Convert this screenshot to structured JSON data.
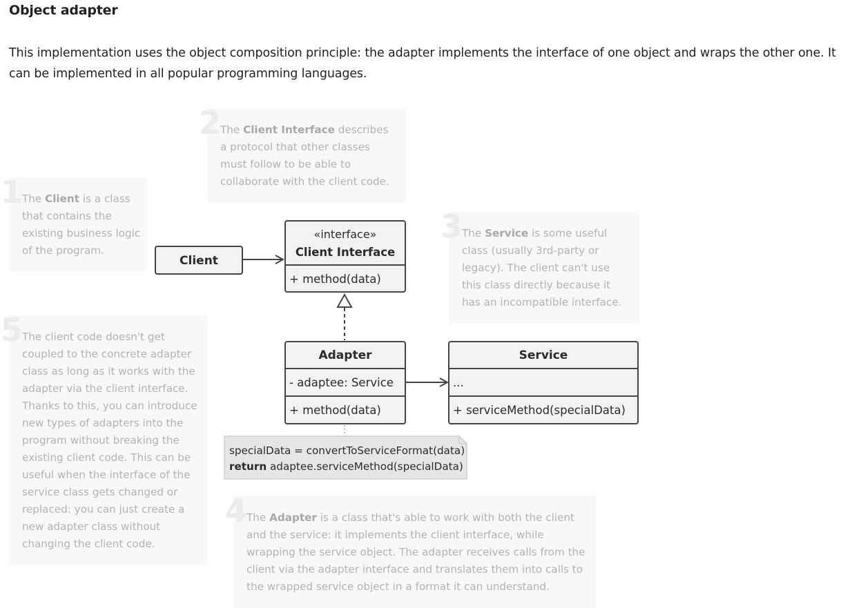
{
  "section": {
    "title": "Object adapter",
    "intro": "This implementation uses the object composition principle: the adapter implements the interface of one object and wraps the other one. It can be implemented in all popular programming languages."
  },
  "notes": [
    {
      "num": "1",
      "pre": "The ",
      "bold": "Client",
      "post": " is a class that contains the existing business logic of the program."
    },
    {
      "num": "2",
      "pre": "The ",
      "bold": "Client Interface",
      "post": " describes a protocol that other classes must follow to be able to collaborate with the client code."
    },
    {
      "num": "3",
      "pre": "The ",
      "bold": "Service",
      "post": " is some useful class (usually 3rd-party or legacy). The client can't use this class directly because it has an incompatible interface."
    },
    {
      "num": "4",
      "pre": "The ",
      "bold": "Adapter",
      "post": " is a class that's able to work with both the client and the service: it implements the client interface, while wrapping the service object. The adapter receives calls from the client via the adapter interface and translates them into calls to the wrapped service object in a format it can understand."
    },
    {
      "num": "5",
      "pre": "",
      "bold": "",
      "post": "The client code doesn't get coupled to the concrete adapter class as long as it works with the adapter via the client interface. Thanks to this, you can introduce new types of adapters into the program without breaking the existing client code. This can be useful when the interface of the service class gets changed or replaced: you can just create a new adapter class without changing the client code."
    }
  ],
  "diagram": {
    "client": {
      "name": "Client"
    },
    "client_interface": {
      "stereotype": "«interface»",
      "name": "Client Interface",
      "method": "+ method(data)"
    },
    "adapter": {
      "name": "Adapter",
      "field": "- adaptee: Service",
      "method": "+ method(data)"
    },
    "service": {
      "name": "Service",
      "field": "...",
      "method": "+ serviceMethod(specialData)"
    },
    "code_note": {
      "line1": "specialData = convertToServiceFormat(data)",
      "line2_keyword": "return",
      "line2_rest": " adaptee.serviceMethod(specialData)"
    }
  },
  "colors": {
    "box_fill": "#f2f2f2",
    "box_stroke": "#444444",
    "note_bg": "#f8f8f8",
    "note_text": "#b3b3b3",
    "note_number": "#ececec"
  }
}
